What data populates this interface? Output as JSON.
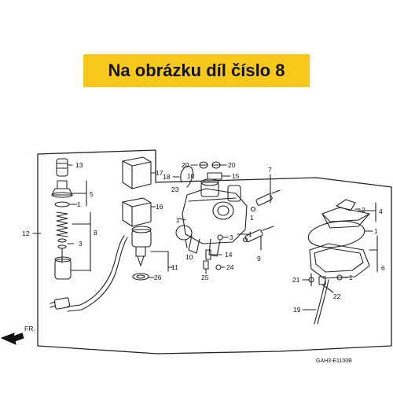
{
  "banner": {
    "text": "Na obrázku díl číslo 8"
  },
  "diagram": {
    "callouts": {
      "c1a": "1",
      "c1b": "1",
      "c1c": "1",
      "c1d": "1",
      "c1e": "1",
      "c1f": "1",
      "c2": "2",
      "c3a": "3",
      "c3b": "3",
      "c4": "4",
      "c5": "5",
      "c6": "6",
      "c7": "7",
      "c8": "8",
      "c9": "9",
      "c10a": "10",
      "c10b": "10",
      "c11": "11",
      "c12": "12",
      "c13": "13",
      "c14": "14",
      "c15": "15",
      "c16": "16",
      "c17": "17",
      "c18": "18",
      "c19": "19",
      "c20a": "20",
      "c20b": "20",
      "c21": "21",
      "c22": "22",
      "c23": "23",
      "c24": "24",
      "c25": "25",
      "c26": "26"
    },
    "front_label": "FR.",
    "drawing_code": "GAH3-E1100B"
  }
}
